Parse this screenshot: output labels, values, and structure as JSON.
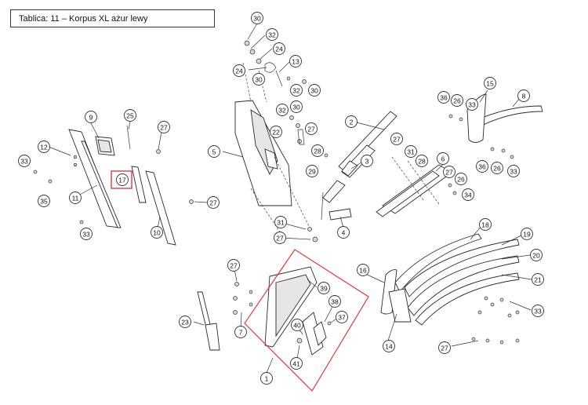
{
  "title": "Tablica: 11 – Korpus XL ażur lewy",
  "highlight_color": "#e0393e",
  "callouts": [
    "1",
    "2",
    "3",
    "4",
    "5",
    "6",
    "7",
    "8",
    "9",
    "10",
    "11",
    "12",
    "13",
    "14",
    "15",
    "16",
    "17",
    "18",
    "19",
    "20",
    "21",
    "22",
    "23",
    "24",
    "25",
    "26",
    "27",
    "28",
    "29",
    "30",
    "31",
    "32",
    "33",
    "34",
    "35",
    "36",
    "37",
    "38",
    "39",
    "40",
    "41"
  ],
  "highlighted_callout": "17"
}
